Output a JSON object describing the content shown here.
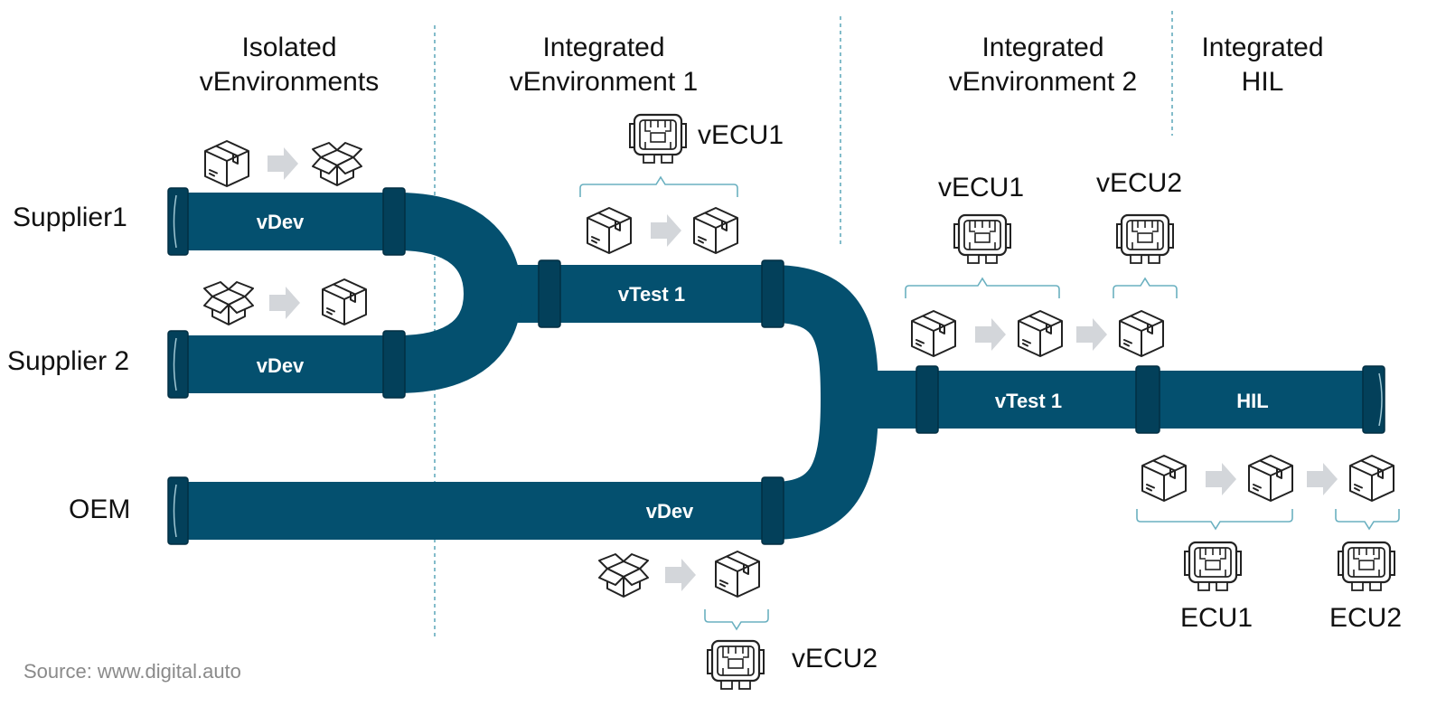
{
  "columns": {
    "isolated": {
      "line1": "Isolated",
      "line2": "vEnvironments"
    },
    "integrated1": {
      "line1": "Integrated",
      "line2": "vEnvironment 1"
    },
    "integrated2": {
      "line1": "Integrated",
      "line2": "vEnvironment 2"
    },
    "hil": {
      "line1": "Integrated",
      "line2": "HIL"
    }
  },
  "rows": {
    "supplier1": "Supplier1",
    "supplier2": "Supplier 2",
    "oem": "OEM"
  },
  "pipes": {
    "supplier1": "vDev",
    "supplier2": "vDev",
    "oem": "vDev",
    "vtest1_top": "vTest 1",
    "vtest1_right": "vTest 1",
    "hil": "HIL"
  },
  "ecus": {
    "top_vecu1": "vECU1",
    "mid_vecu1": "vECU1",
    "mid_vecu2": "vECU2",
    "bottom_vecu2": "vECU2",
    "ecu1": "ECU1",
    "ecu2": "ECU2"
  },
  "source": "Source: www.digital.auto",
  "colors": {
    "pipe": "#04506f",
    "pipe_joint": "#03405a",
    "divider": "#5aa6b8",
    "bracket": "#6ab0c0",
    "arrow": "#d3d6da"
  }
}
